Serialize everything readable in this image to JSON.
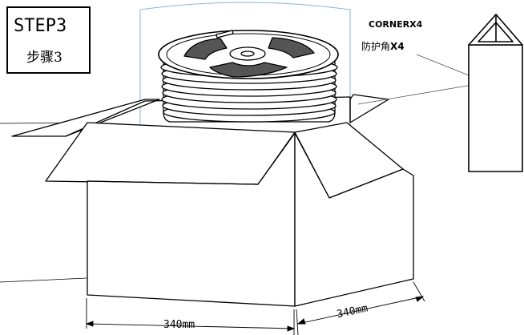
{
  "step": {
    "title": "STEP3",
    "subtitle": "步骤3"
  },
  "corner": {
    "label_en": "CORNERX4",
    "label_cn_prefix": "防护角",
    "label_cn_suffix": "X4"
  },
  "dimensions": {
    "width": "340mm",
    "depth": "340mm"
  },
  "colors": {
    "line": "#000000",
    "leader": "#555555",
    "bag_outline": "#8ab4d6"
  }
}
